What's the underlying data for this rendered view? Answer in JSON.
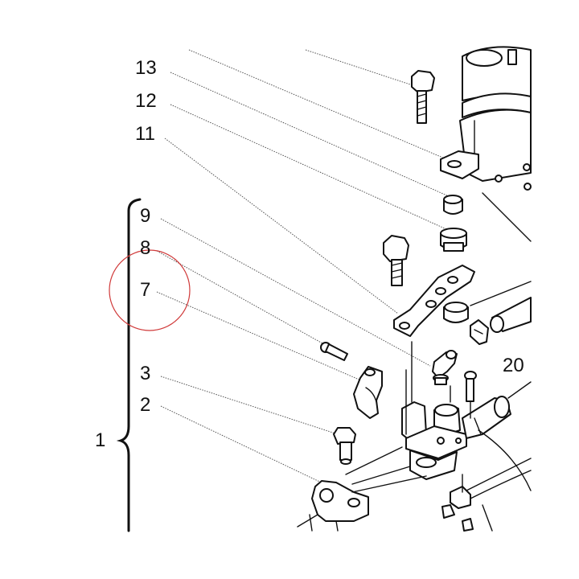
{
  "diagram": {
    "callouts": [
      {
        "id": "13",
        "label": "13"
      },
      {
        "id": "12",
        "label": "12"
      },
      {
        "id": "11",
        "label": "11"
      },
      {
        "id": "9",
        "label": "9"
      },
      {
        "id": "8",
        "label": "8"
      },
      {
        "id": "7",
        "label": "7"
      },
      {
        "id": "3",
        "label": "3"
      },
      {
        "id": "2",
        "label": "2"
      },
      {
        "id": "1",
        "label": "1"
      },
      {
        "id": "20",
        "label": "20"
      }
    ],
    "highlight_color": "#d03a3a",
    "ink_color": "#111111"
  }
}
